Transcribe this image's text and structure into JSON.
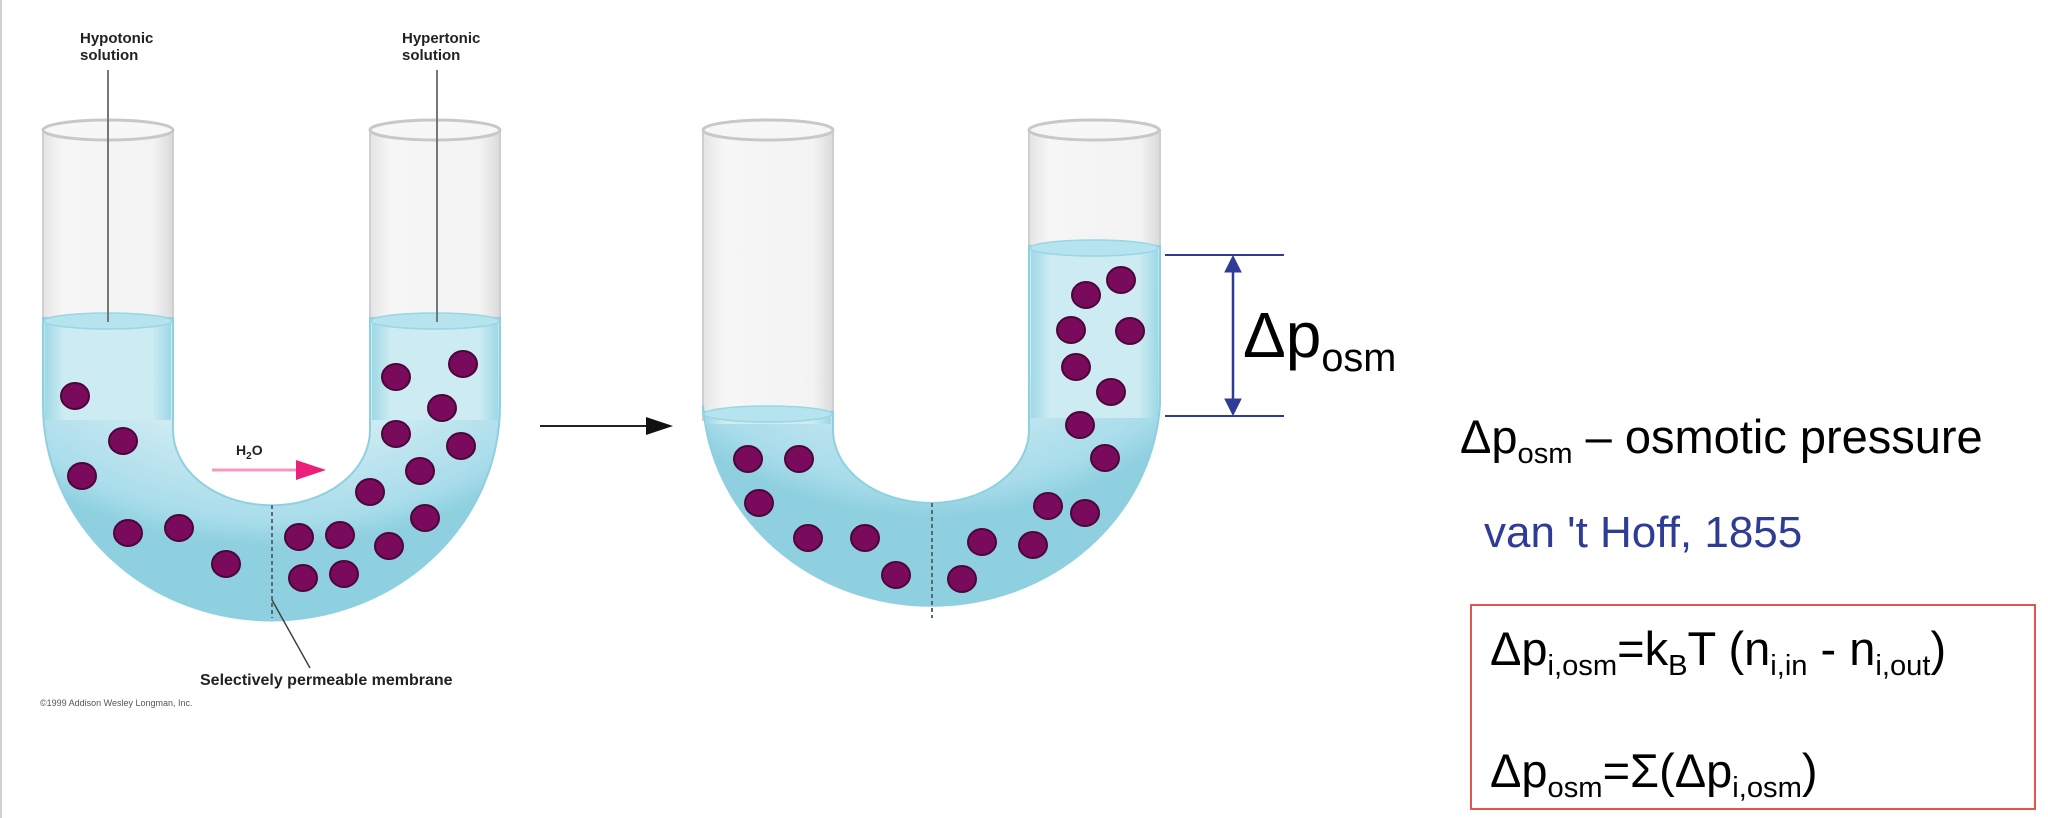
{
  "left_diagram": {
    "label_left": [
      "Hypotonic",
      "solution"
    ],
    "label_right": [
      "Hypertonic",
      "solution"
    ],
    "flow_label": "H",
    "flow_label_sub": "2",
    "flow_label_end": "O",
    "membrane_label": "Selectively permeable membrane",
    "copyright": "©1999 Addison Wesley Longman, Inc."
  },
  "right_diagram": {
    "delta_symbol": "Δp",
    "delta_sub": "osm"
  },
  "definition": {
    "symbol": "Δp",
    "symbol_sub": "osm",
    "text": " – osmotic pressure"
  },
  "attribution": "van 't Hoff, 1855",
  "formulas": {
    "f1": {
      "a": "Δp",
      "a_sub": "i,osm",
      "b": "=k",
      "b_sub": "B",
      "c": "T (n",
      "c_sub": "i,in",
      "d": " - n",
      "d_sub": "i,out",
      "e": ")"
    },
    "f2": {
      "a": "Δp",
      "a_sub": "osm",
      "b": "=Σ(Δp",
      "b_sub": "i,osm",
      "c": ")"
    }
  },
  "colors": {
    "liquid": "#c6e9f1",
    "liquid_edge": "#8fd0e0",
    "particle": "#7a0b5c",
    "accent_blue": "#2f3c96",
    "box_red": "#e2564f",
    "flow_arrow": "#ec1f7a"
  }
}
